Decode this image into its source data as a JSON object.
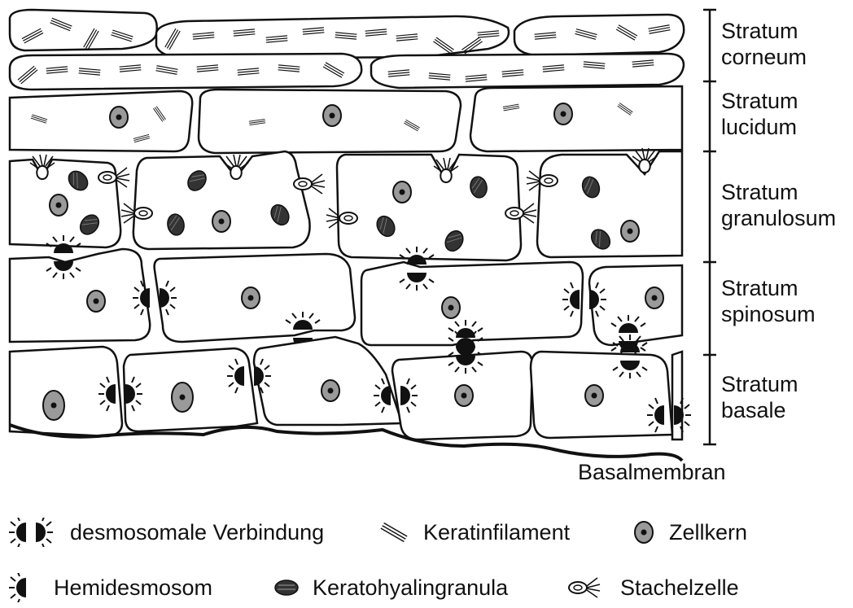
{
  "layers": [
    {
      "id": "corneum",
      "line1": "Stratum",
      "line2": "corneum"
    },
    {
      "id": "lucidum",
      "line1": "Stratum",
      "line2": "lucidum"
    },
    {
      "id": "granulosum",
      "line1": "Stratum",
      "line2": "granulosum"
    },
    {
      "id": "spinosum",
      "line1": "Stratum",
      "line2": "spinosum"
    },
    {
      "id": "basale",
      "line1": "Stratum",
      "line2": "basale"
    }
  ],
  "membrane_label": "Basalmembran",
  "legend": {
    "desmosome": "desmosomale Verbindung",
    "keratin": "Keratinfilament",
    "nucleus": "Zellkern",
    "hemidesmosome": "Hemidesmosom",
    "granule": "Keratohyalingranula",
    "prickle": "Stachelzelle"
  },
  "colors": {
    "line": "#111111",
    "nucleus_fill": "#9a9a9a",
    "granule_fill": "#333333",
    "background": "#ffffff"
  },
  "icons": [
    "desmosome-icon",
    "keratin-icon",
    "nucleus-icon",
    "hemidesmosome-icon",
    "granule-icon",
    "prickle-cell-icon"
  ]
}
